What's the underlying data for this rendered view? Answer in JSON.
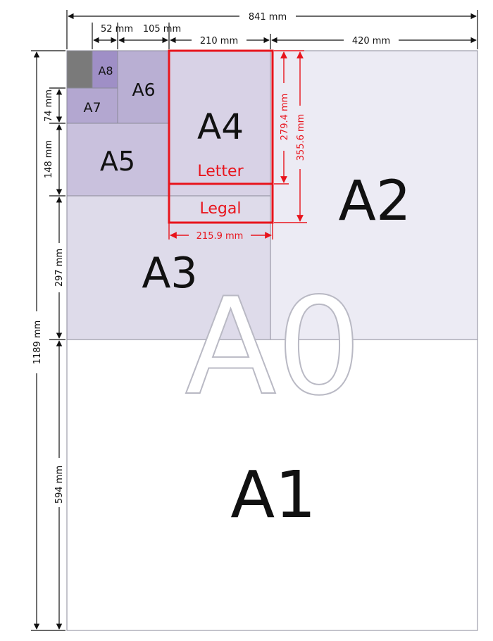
{
  "sheets": {
    "a0": {
      "label": "A0"
    },
    "a1": {
      "label": "A1"
    },
    "a2": {
      "label": "A2"
    },
    "a3": {
      "label": "A3"
    },
    "a4": {
      "label": "A4"
    },
    "a5": {
      "label": "A5"
    },
    "a6": {
      "label": "A6"
    },
    "a7": {
      "label": "A7"
    },
    "a8": {
      "label": "A8"
    }
  },
  "us_formats": {
    "letter": {
      "label": "Letter"
    },
    "legal": {
      "label": "Legal"
    }
  },
  "dimensions": {
    "top_total": "841 mm",
    "top_a8": "52 mm",
    "top_a6": "105 mm",
    "top_a4": "210 mm",
    "top_a2": "420 mm",
    "left_total": "1189 mm",
    "left_a7": "74 mm",
    "left_a5": "148 mm",
    "left_a3": "297 mm",
    "left_a1": "594 mm",
    "letter_width": "215.9 mm",
    "letter_height": "279.4 mm",
    "legal_height": "355.6 mm"
  },
  "colors": {
    "sheet_light": "#ecebf4",
    "sheet_mid": "#dedbea",
    "sheet_a5": "#c9c1dd",
    "sheet_a6": "#b9afd3",
    "sheet_a7": "#b3a7d0",
    "sheet_a8": "#9f8fc6",
    "corner": "#7a7a7a",
    "highlight": "#e8141c"
  }
}
